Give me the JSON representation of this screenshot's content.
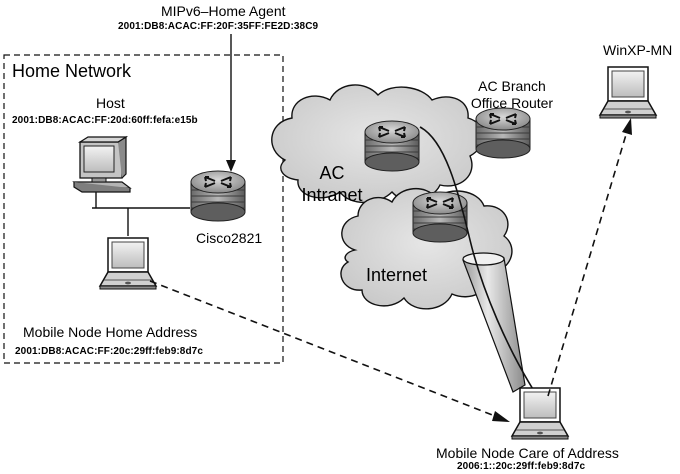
{
  "home_agent": {
    "title": "MIPv6–Home Agent",
    "address": "2001:DB8:ACAC:FF:20F:35FF:FE2D:38C9",
    "router_label": "Cisco2821"
  },
  "home_network": {
    "title": "Home Network"
  },
  "host": {
    "label": "Host",
    "address": "2001:DB8:ACAC:FF:20d:60ff:fefa:e15b"
  },
  "mobile_node_home": {
    "label": "Mobile Node Home Address",
    "address": "2001:DB8:ACAC:FF:20c:29ff:feb9:8d7c"
  },
  "mobile_node_care": {
    "label": "Mobile Node Care of Address",
    "address": "2006:1::20c:29ff:feb9:8d7c"
  },
  "branch_router": {
    "label_line1": "AC Branch",
    "label_line2": "Office Router"
  },
  "correspondent": {
    "label": "WinXP-MN"
  },
  "clouds": {
    "intranet_line1": "AC",
    "intranet_line2": "Intranet",
    "internet": "Internet"
  }
}
